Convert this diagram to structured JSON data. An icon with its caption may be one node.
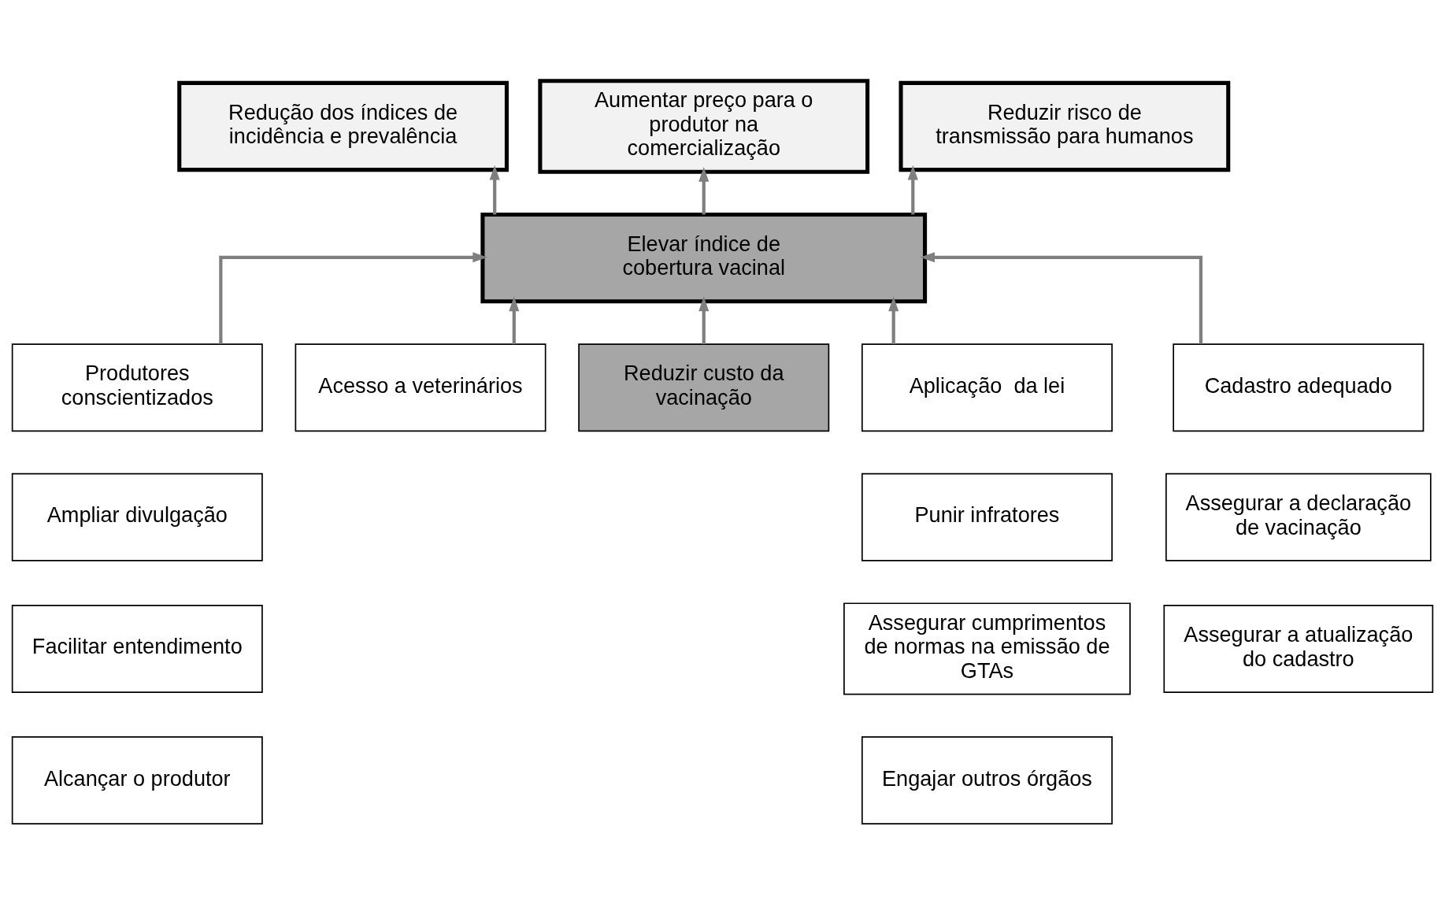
{
  "diagram": {
    "nodes": [
      {
        "text": [
          "Redução dos índices de incidência e prevalência"
        ]
      },
      {
        "text": [
          "Aumentar preço para o produtor na comercialização"
        ]
      },
      {
        "text": [
          "Reduzir risco de transmissão para humanos"
        ]
      },
      {
        "text": [
          "Elevar índice de cobertura vacinal"
        ]
      },
      {
        "text": [
          "Produtores conscientizados"
        ]
      },
      {
        "text": [
          "Acesso a veterinários"
        ]
      },
      {
        "text": [
          "Reduzir custo da vacinação"
        ]
      },
      {
        "text": [
          "Aplicação  da lei"
        ]
      },
      {
        "text": [
          "Cadastro adequado"
        ]
      },
      {
        "text": [
          "Ampliar divulgação"
        ]
      },
      {
        "text": [
          "Facilitar entendimento"
        ]
      },
      {
        "text": [
          "Alcançar o produtor"
        ]
      },
      {
        "text": [
          "Punir infratores"
        ]
      },
      {
        "text": [
          "Assegurar cumprimentos de normas na emissão de GTAs"
        ]
      },
      {
        "text": [
          "Engajar outros órgãos"
        ]
      },
      {
        "text": [
          "Assegurar a declaração de vacinação"
        ]
      },
      {
        "text": [
          "Assegurar a atualização do cadastro"
        ]
      }
    ],
    "edges": [
      {
        "from": 3,
        "to": 0,
        "arrow": "to"
      },
      {
        "from": 3,
        "to": 1,
        "arrow": "to"
      },
      {
        "from": 3,
        "to": 2,
        "arrow": "to"
      },
      {
        "from": 4,
        "to": 3,
        "arrow": "to"
      },
      {
        "from": 5,
        "to": 3,
        "arrow": "to"
      },
      {
        "from": 6,
        "to": 3,
        "arrow": "to"
      },
      {
        "from": 7,
        "to": 3,
        "arrow": "to"
      },
      {
        "from": 8,
        "to": 3,
        "arrow": "to"
      }
    ]
  }
}
